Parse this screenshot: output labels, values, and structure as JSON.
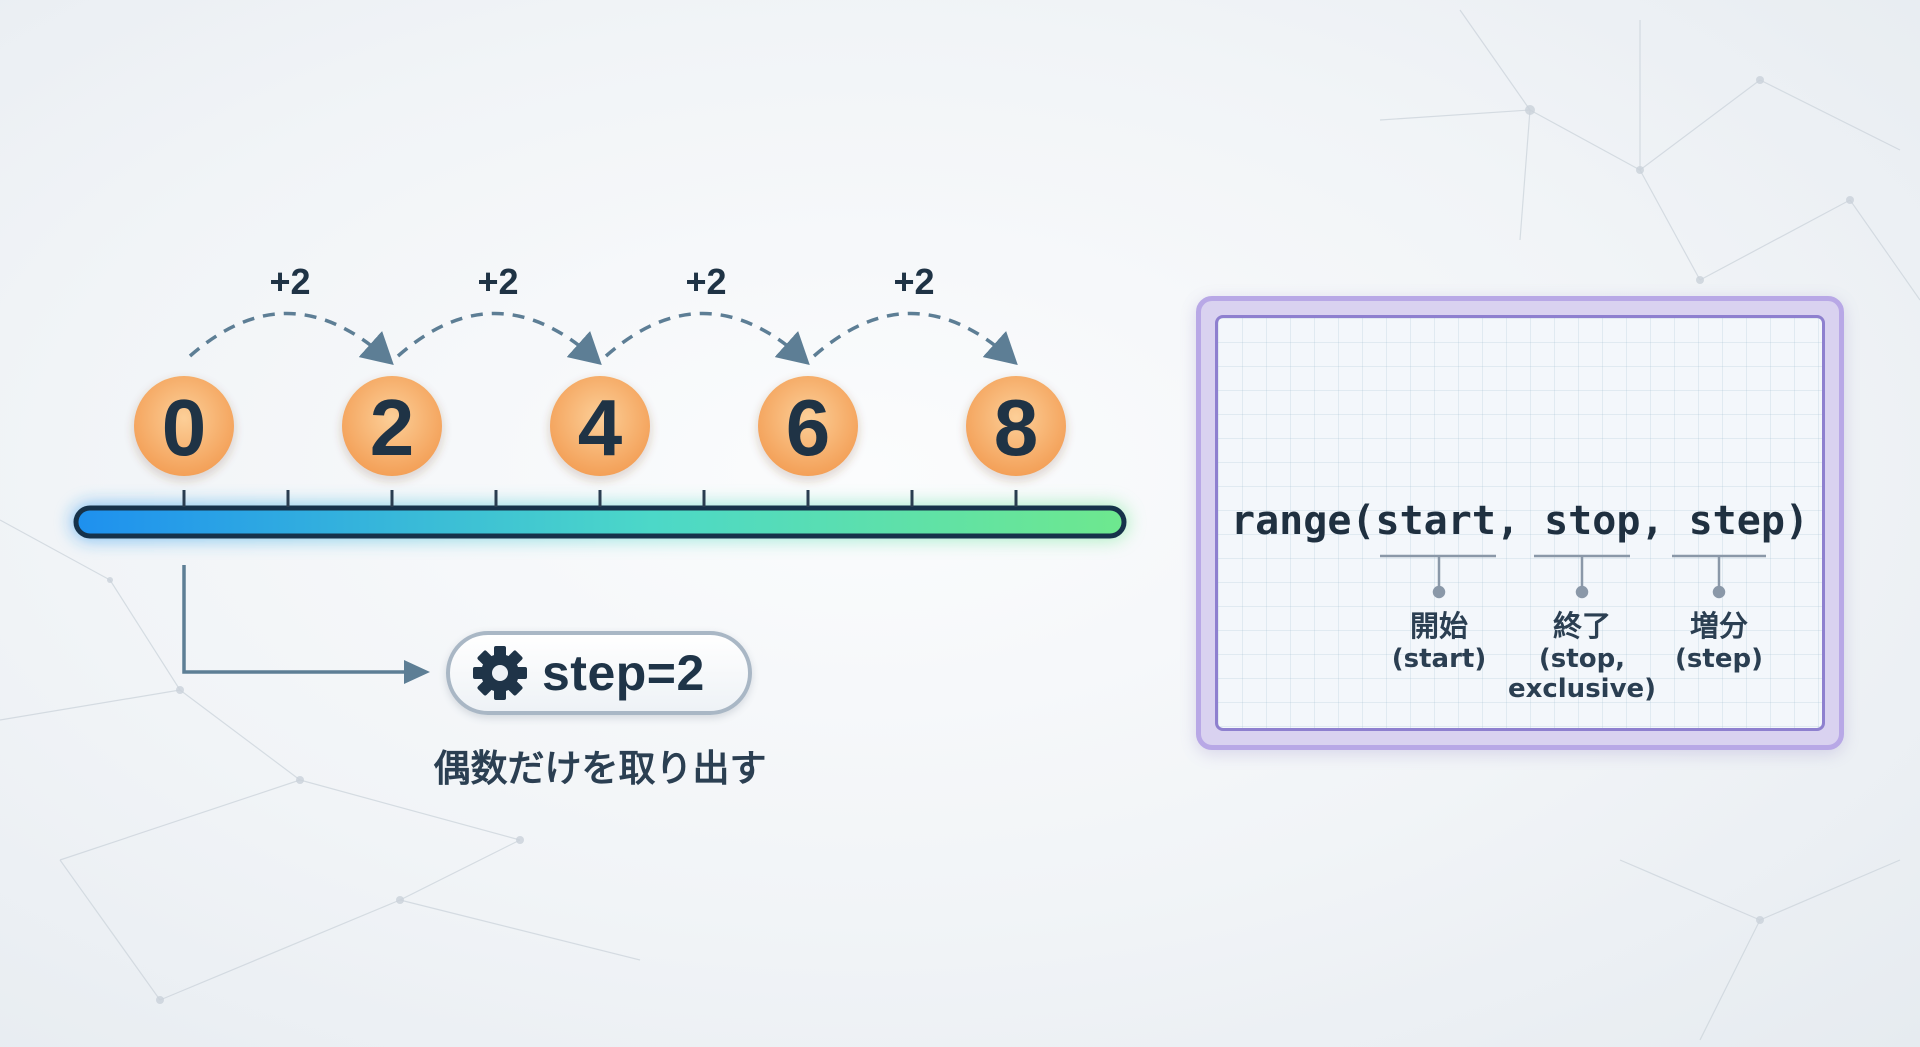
{
  "number_line": {
    "values": [
      0,
      2,
      4,
      6,
      8
    ],
    "tick_count": 9,
    "jump_labels": [
      "+2",
      "+2",
      "+2",
      "+2"
    ],
    "gradient": [
      "#1e90ef",
      "#4cd8c8",
      "#6ee88e"
    ]
  },
  "step_badge": {
    "icon": "gear-icon",
    "label": "step=2"
  },
  "caption": "偶数だけを取り出す",
  "code_panel": {
    "code": "range(start, stop, step)",
    "params": [
      {
        "jp": "開始",
        "en": "(start)"
      },
      {
        "jp": "終了",
        "en": "(stop,\nexclusive)"
      },
      {
        "jp": "増分",
        "en": "(step)"
      }
    ]
  },
  "colors": {
    "circle": "#f8b36f",
    "digit": "#1f3345",
    "arrow": "#5d7e95",
    "panel_border": "#b8a8e6"
  }
}
